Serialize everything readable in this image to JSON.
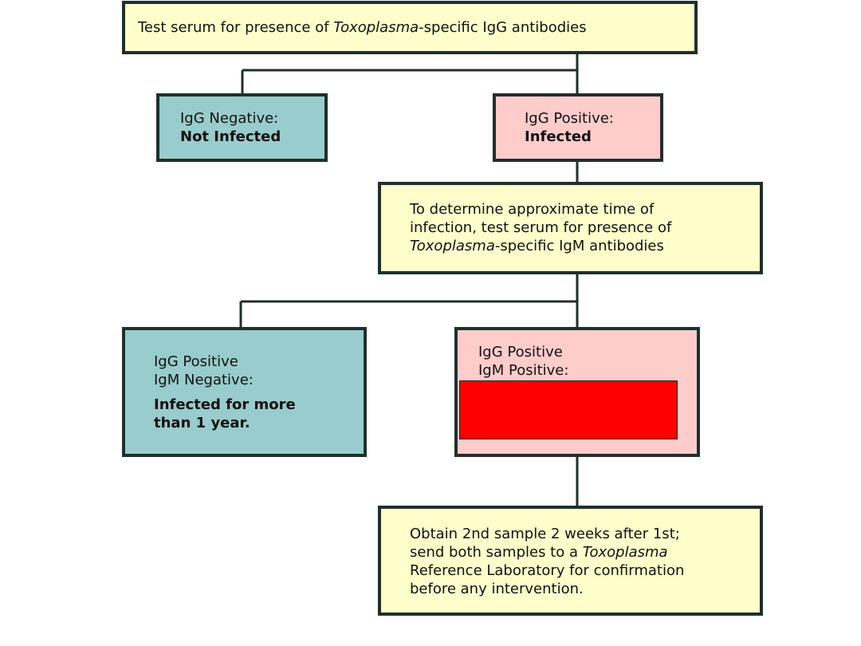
{
  "colors": {
    "border": "#1e2f2c",
    "step_fill": "#ffffcc",
    "negative_fill": "#99cccc",
    "positive_fill": "#ffcccc",
    "redaction": "#ff0000"
  },
  "diagram": {
    "top": {
      "text_before": "Test serum for presence of ",
      "organism": "Toxoplasma",
      "text_after": "-specific IgG antibodies"
    },
    "igg_negative": {
      "line1": "IgG Negative:",
      "line2": "Not Infected"
    },
    "igg_positive": {
      "line1": "IgG Positive:",
      "line2": "Infected"
    },
    "igm_test": {
      "line1": "To determine approximate time of",
      "line2": "infection, test serum for presence of",
      "line3_organism": "Toxoplasma",
      "line3_rest": "-specific IgM antibodies"
    },
    "igm_negative": {
      "line1": "IgG Positive",
      "line2": "IgM Negative:",
      "line3": "Infected for more",
      "line4": "than 1 year."
    },
    "igm_positive": {
      "line1": "IgG Positive",
      "line2": "IgM Positive:"
    },
    "reference_lab": {
      "line1": "Obtain 2nd sample 2 weeks after 1st;",
      "line2_before": "send both samples to a ",
      "line2_organism": "Toxoplasma",
      "line3": "Reference Laboratory for confirmation",
      "line4": "before any intervention."
    }
  }
}
